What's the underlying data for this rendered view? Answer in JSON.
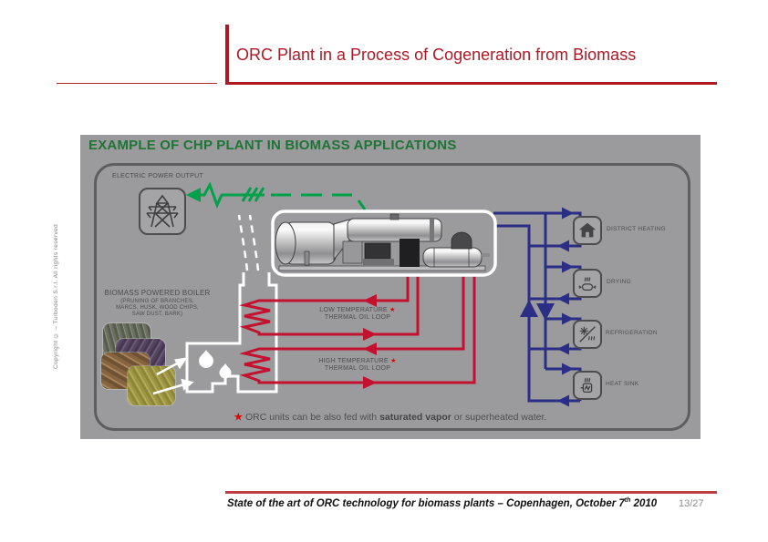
{
  "slide": {
    "title": "ORC Plant in a Process of Cogeneration from Biomass",
    "footer": {
      "pre": "State of the art of ORC technology for biomass plants – Copenhagen, October 7",
      "sup": "th",
      "post": " 2010",
      "page": "13/27"
    },
    "copyright": "Copyright ©  –  Turboden S.r.l. All rights reserved"
  },
  "diagram": {
    "header": "EXAMPLE OF CHP PLANT IN BIOMASS APPLICATIONS",
    "electric_label": "ELECTRIC POWER OUTPUT",
    "boiler": {
      "title": "BIOMASS POWERED BOILER",
      "subtitle_lines": [
        "(PRUNING OF BRANCHES,",
        "MARCS, HUSK, WOOD CHIPS,",
        "SAW DUST, BARK)"
      ]
    },
    "loops": [
      {
        "line1": "LOW TEMPERATURE",
        "line2": "THERMAL OIL LOOP",
        "star": "★"
      },
      {
        "line1": "HIGH TEMPERATURE",
        "line2": "THERMAL OIL LOOP",
        "star": "★"
      }
    ],
    "users": [
      {
        "label": "DISTRICT HEATING",
        "icon": "house-icon"
      },
      {
        "label": "DRYING",
        "icon": "dryer-icon"
      },
      {
        "label": "REFRIGERATION",
        "icon": "refrigeration-icon"
      },
      {
        "label": "HEAT SINK",
        "icon": "heat-sink-icon"
      }
    ],
    "note": {
      "star": "★",
      "pre": " ORC units can be also fed with ",
      "bold": "saturated vapor",
      "post": " or superheated water."
    },
    "colors": {
      "panel_gray": "#9b9b9d",
      "header_green": "#1e7435",
      "electric_green": "#00a14b",
      "thermal_oil_red": "#c31230",
      "hot_water_blue": "#2b2e85",
      "label_gray": "#4c4c4e",
      "accent_red": "#b01823"
    }
  }
}
